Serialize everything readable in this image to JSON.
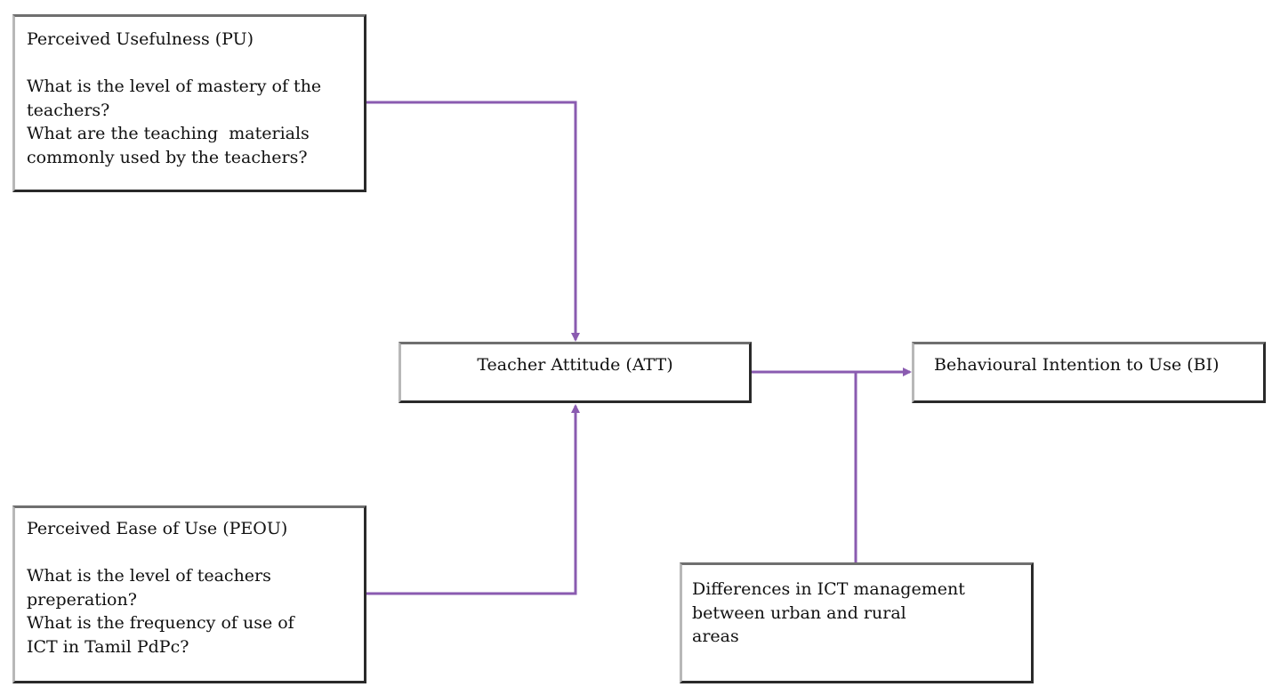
{
  "colors": {
    "connector": "#8a5bb0"
  },
  "boxes": {
    "pu": {
      "title": "Perceived Usefulness (PU)",
      "lines": [
        "What is the level of mastery of the",
        "teachers?",
        "What are the teaching  materials",
        "commonly used by the teachers?"
      ]
    },
    "peou": {
      "title": "Perceived Ease of Use (PEOU)",
      "lines": [
        "What is the level of teachers",
        "preperation?",
        "What is the frequency of use of",
        "ICT in Tamil PdPc?"
      ]
    },
    "att": {
      "title": "Teacher Attitude (ATT)"
    },
    "bi": {
      "title": "Behavioural Intention to Use (BI)"
    },
    "diff": {
      "lines": [
        "Differences in ICT management",
        "between urban and rural",
        "areas"
      ]
    }
  }
}
